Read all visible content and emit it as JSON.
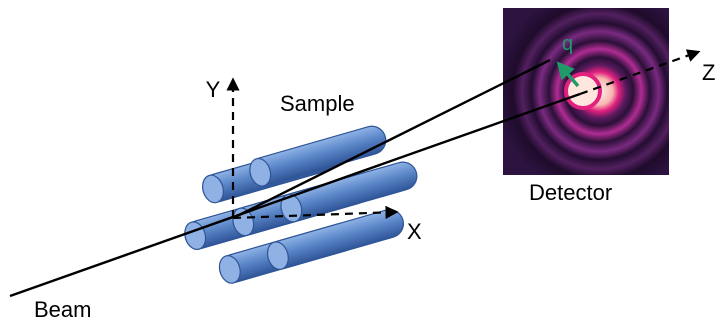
{
  "labels": {
    "y_axis": "Y",
    "x_axis": "X",
    "z_axis": "Z",
    "sample": "Sample",
    "detector": "Detector",
    "beam": "Beam",
    "q_vector": "q"
  },
  "colors": {
    "cylinder_fill": "#5b87c9",
    "cylinder_stroke": "#2f5597",
    "cylinder_cap": "#8fb1e3",
    "detector_background": "#1d0d2c",
    "detector_center": "#ffd5cc",
    "detector_ring": "#d1259a",
    "q_arrow": "#1f9b6a",
    "lines": "#000000"
  },
  "icons": {
    "q_arrow": "arrow-icon"
  }
}
